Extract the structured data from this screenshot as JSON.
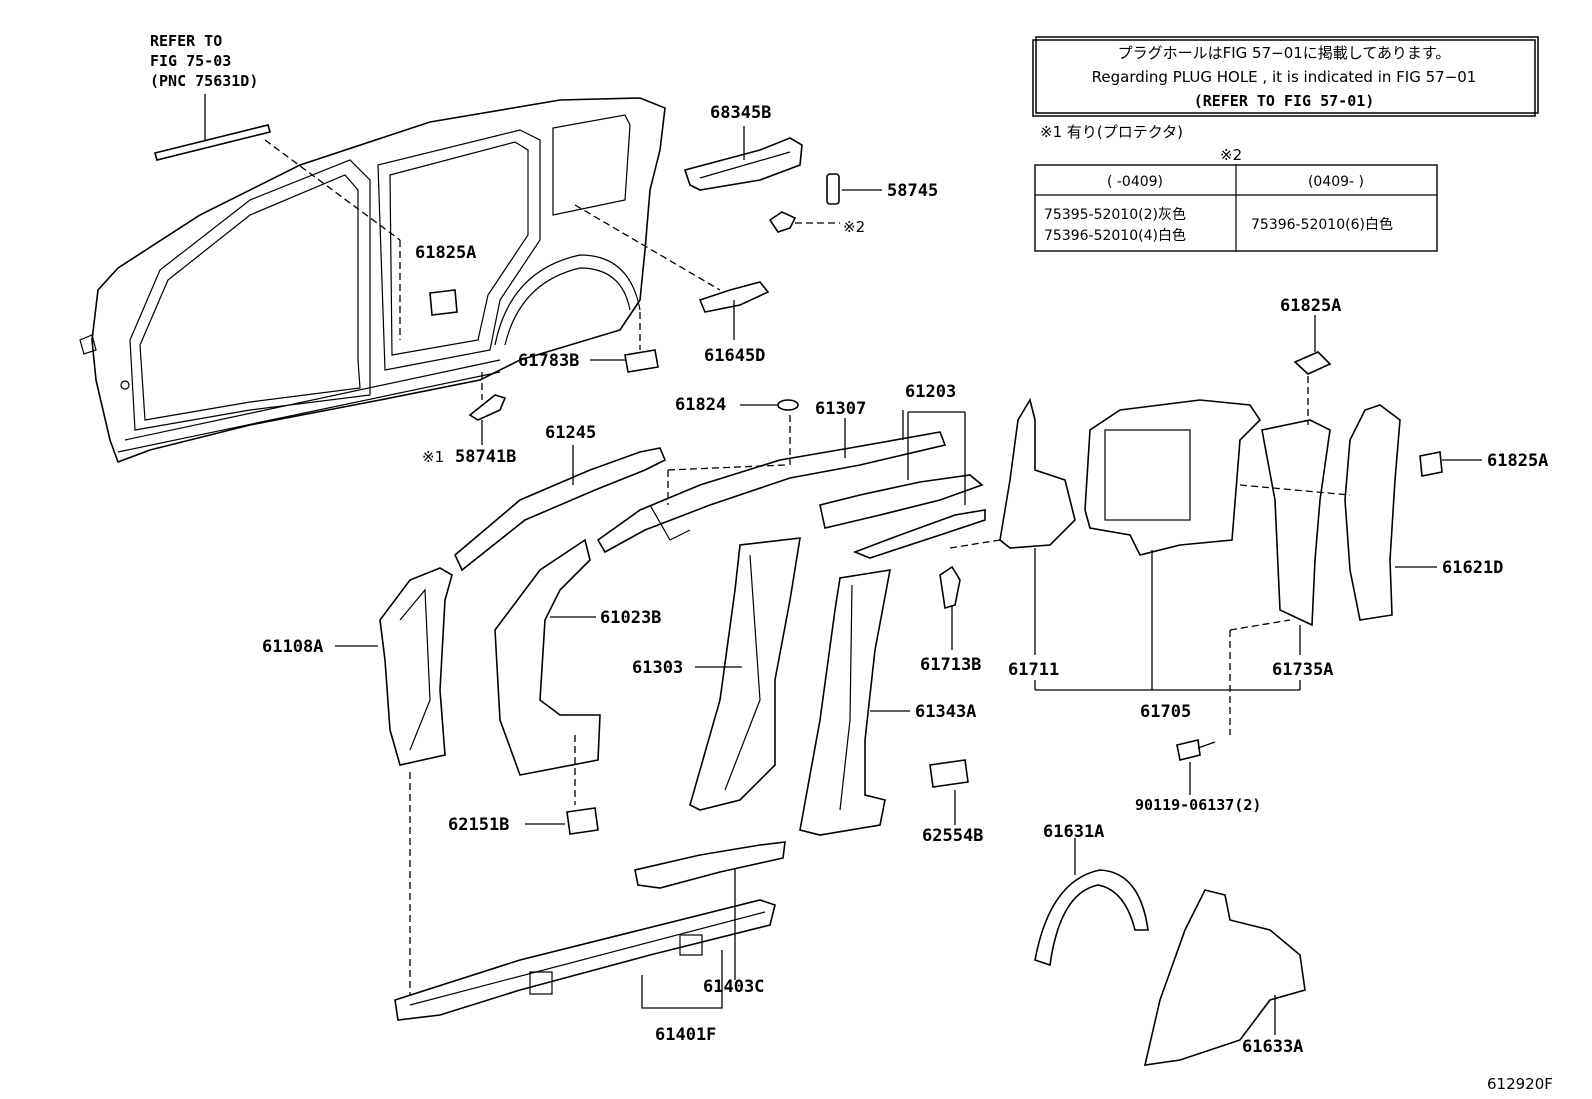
{
  "refer_note": {
    "line1": "REFER TO",
    "line2": "FIG 75-03",
    "line3": "(PNC 75631D)"
  },
  "plug_note": {
    "line1": "プラグホールはFIG 57−01に掲載してあります。",
    "line2": "Regarding  PLUG  HOLE , it is indicated in FIG  57−01",
    "line3": "(REFER TO FIG 57-01)"
  },
  "protector_note": "※1 有り(プロテクタ)",
  "table": {
    "marker": "※2",
    "headers": [
      "(      -0409)",
      "(0409-      )"
    ],
    "rows": [
      [
        "75395-52010(2)灰色",
        "75396-52010(6)白色"
      ],
      [
        "75396-52010(4)白色",
        ""
      ]
    ]
  },
  "labels": {
    "p68345B": "68345B",
    "p58745": "58745",
    "mark2": "※2",
    "p61825A_1": "61825A",
    "p61825A_2": "61825A",
    "p61825A_3": "61825A",
    "p61645D": "61645D",
    "p61783B": "61783B",
    "p58741B": "58741B",
    "mark1": "※1",
    "p61245": "61245",
    "p61824": "61824",
    "p61307": "61307",
    "p61203": "61203",
    "p61621D": "61621D",
    "p61108A": "61108A",
    "p61023B": "61023B",
    "p61303": "61303",
    "p61713B": "61713B",
    "p61711": "61711",
    "p61735A": "61735A",
    "p61705": "61705",
    "p61343A": "61343A",
    "p90119": "90119-06137(2)",
    "p62151B": "62151B",
    "p62554B": "62554B",
    "p61631A": "61631A",
    "p61403C": "61403C",
    "p61401F": "61401F",
    "p61633A": "61633A",
    "fig_code": "612920F"
  }
}
